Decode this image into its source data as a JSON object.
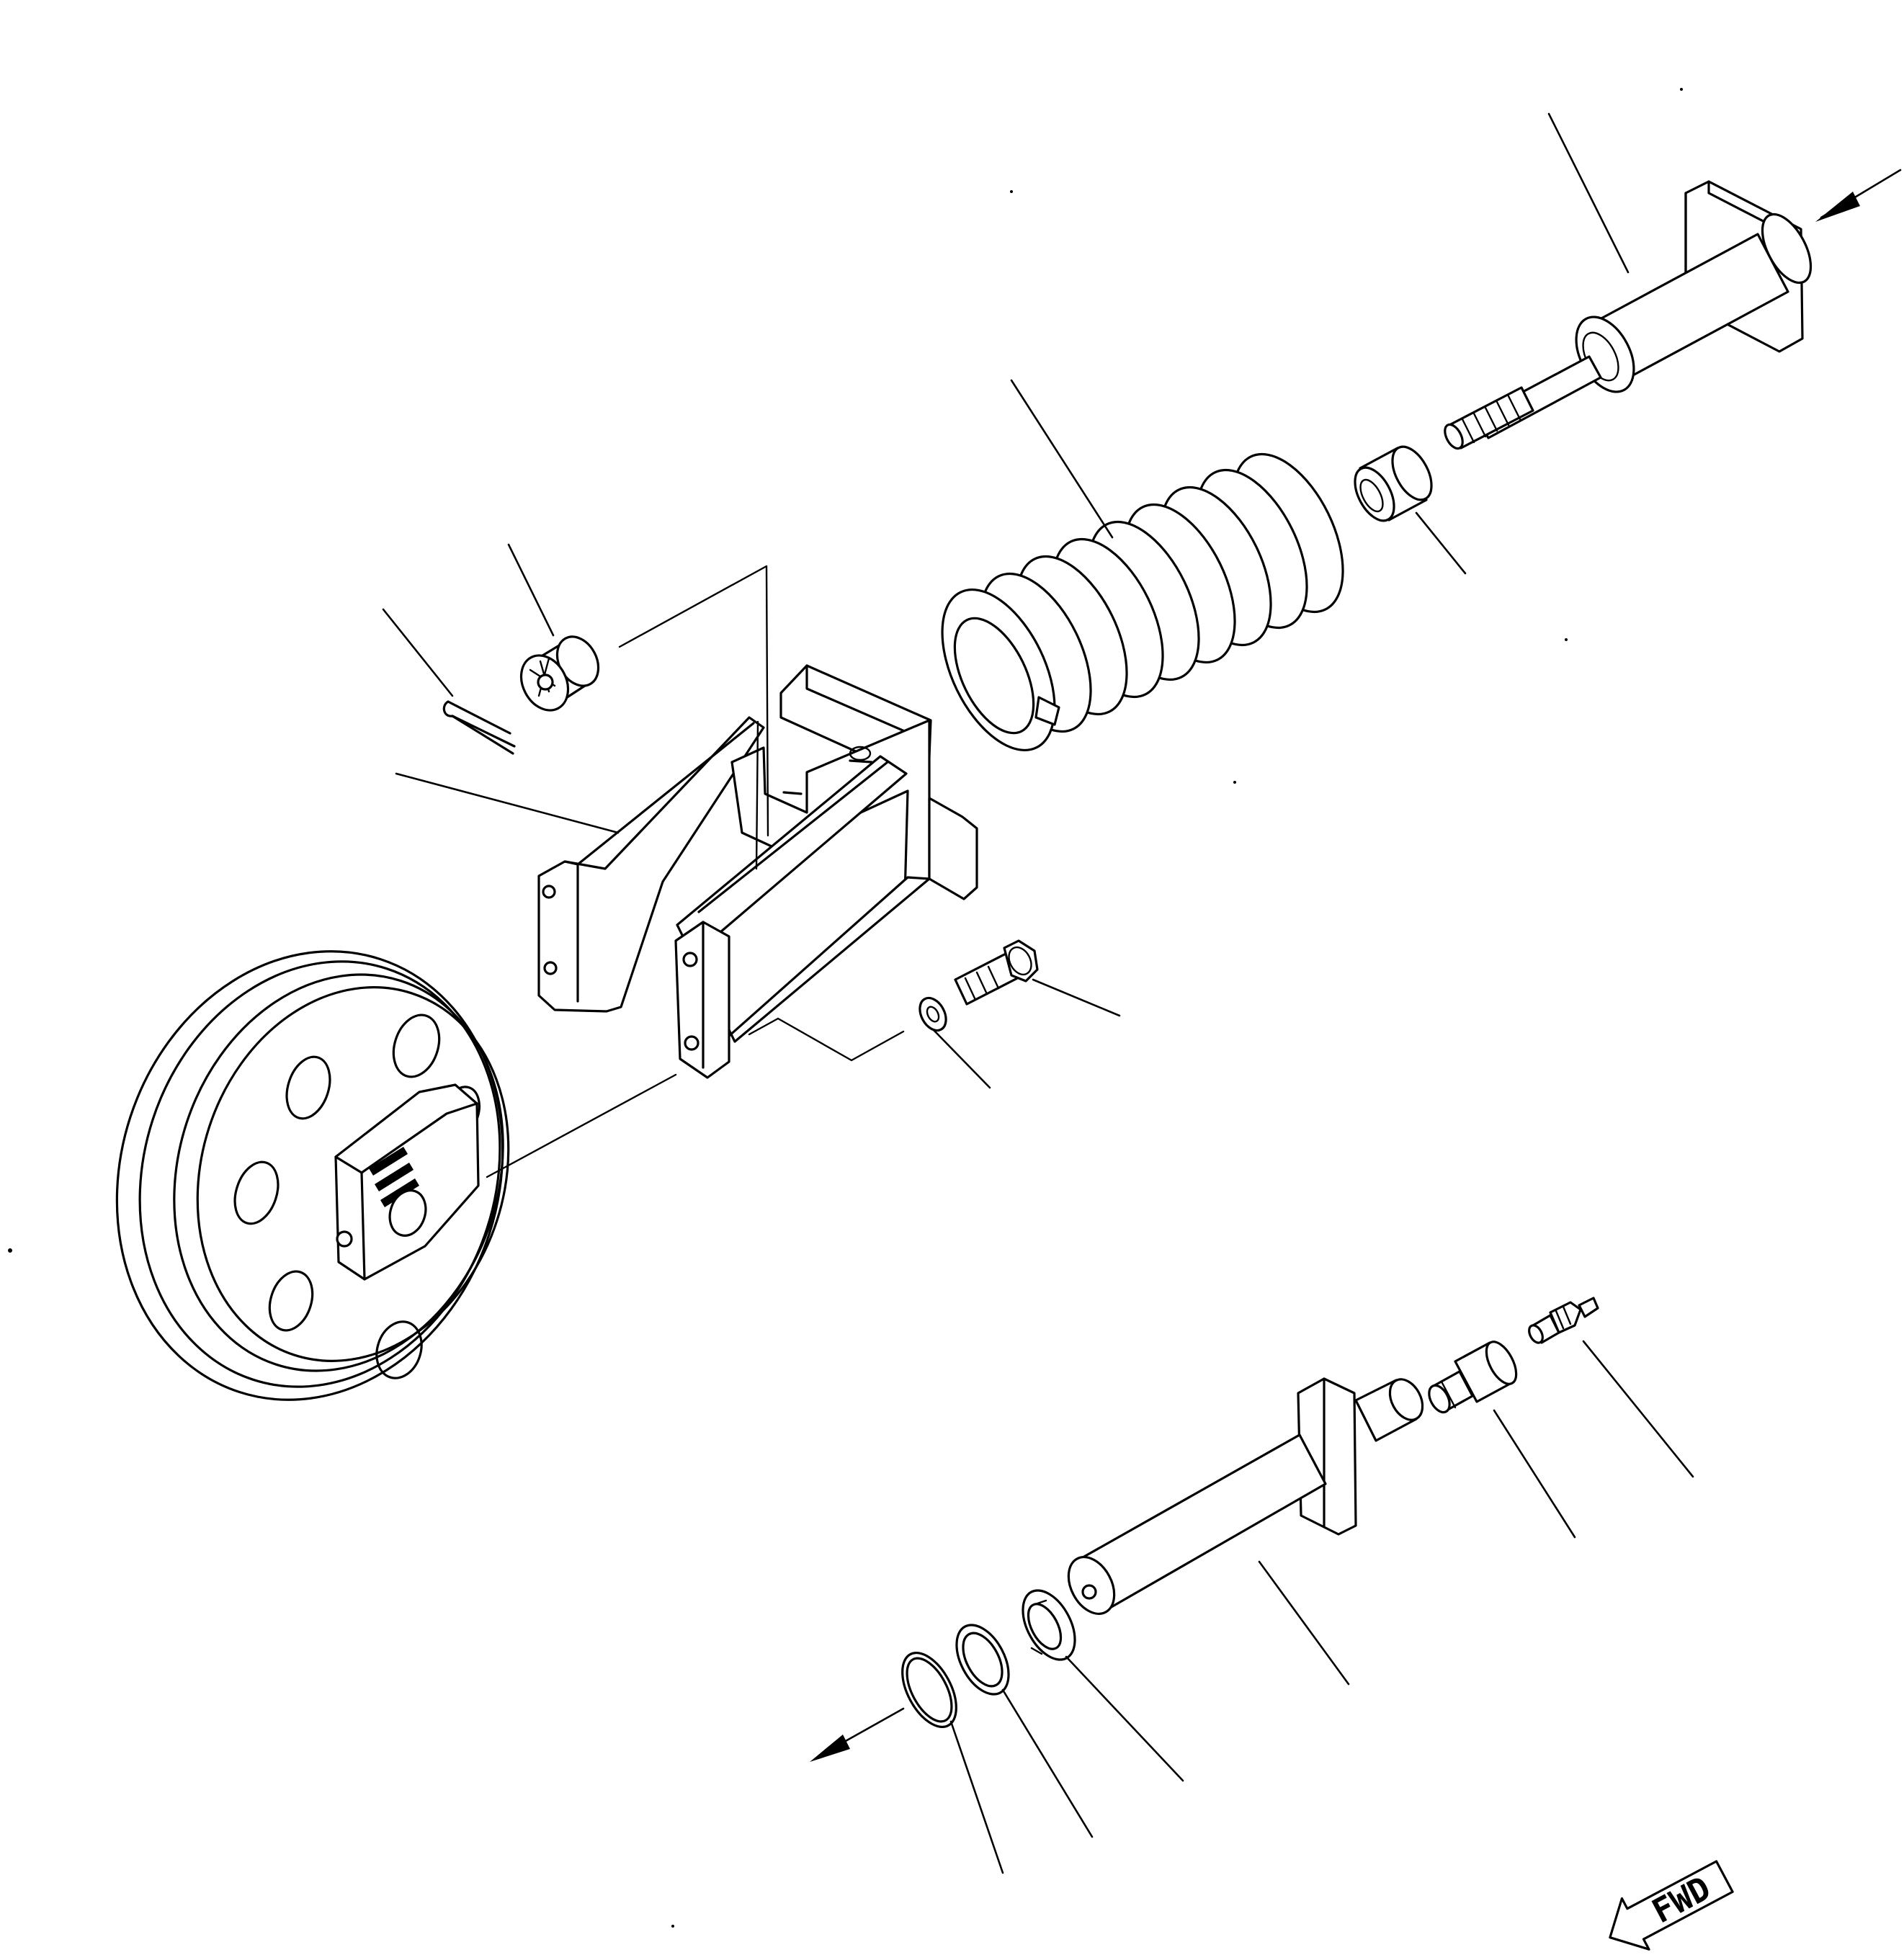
{
  "fwd_badge": {
    "label": "FWD"
  },
  "parts": [
    "tensioner-cylinder-assembly",
    "spacer-collar",
    "recoil-spring",
    "castle-nut",
    "cotter-pin",
    "guide-bracket",
    "idler-yoke",
    "yoke-bolt",
    "lock-washer",
    "front-idler-wheel",
    "idler-shaft",
    "grease-valve",
    "grease-fitting",
    "floating-seal",
    "seal-washer",
    "retaining-ring"
  ],
  "arrows": [
    "assembly-arrow-upper-right",
    "assembly-arrow-lower-left"
  ]
}
